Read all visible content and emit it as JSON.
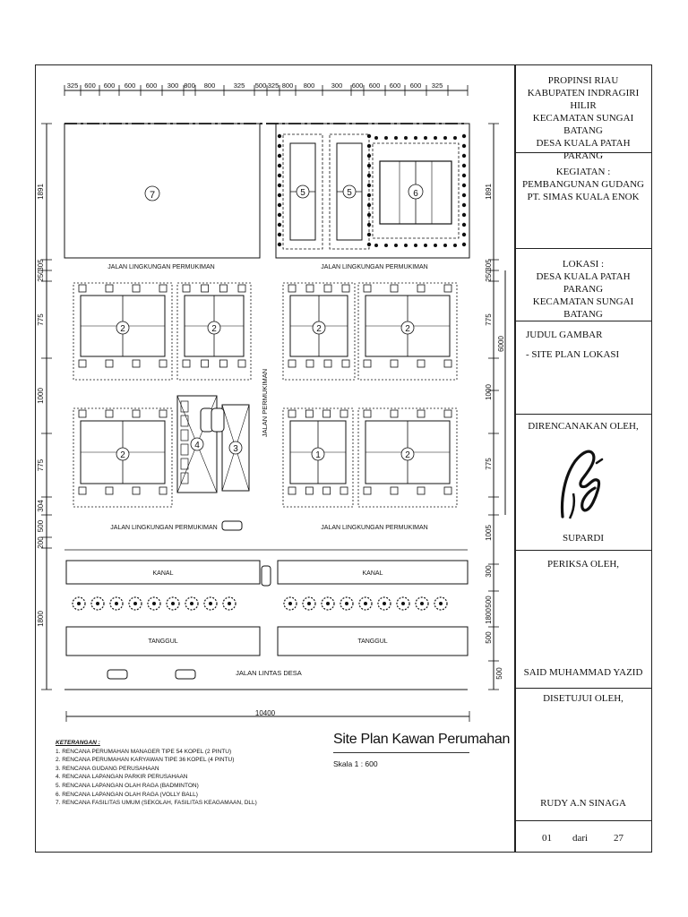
{
  "title_block": {
    "location_header": [
      "PROPINSI RIAU",
      "KABUPATEN INDRAGIRI HILIR",
      "KECAMATAN SUNGAI BATANG",
      "DESA KUALA PATAH PARANG"
    ],
    "kegiatan": [
      "KEGIATAN :",
      "PEMBANGUNAN GUDANG",
      "PT. SIMAS KUALA ENOK"
    ],
    "lokasi": [
      "LOKASI :",
      "DESA KUALA PATAH PARANG",
      "KECAMATAN SUNGAI BATANG"
    ],
    "judul_label": "JUDUL GAMBAR",
    "judul_value": "- SITE PLAN LOKASI",
    "direncanakan_label": "DIRENCANAKAN OLEH,",
    "direncanakan_name": "SUPARDI",
    "periksa_label": "PERIKSA OLEH,",
    "periksa_name": "SAID MUHAMMAD YAZID",
    "disetujui_label": "DISETUJUI OLEH,",
    "disetujui_name": "RUDY A.N SINAGA",
    "sheet_no": "01",
    "sheet_of": "dari",
    "sheet_total": "27"
  },
  "plan": {
    "title": "Site Plan Kawan Perumahan",
    "scale": "Skala 1 : 600",
    "top_dims": [
      "325",
      "600",
      "600",
      "600",
      "600",
      "300",
      "800",
      "800",
      "325",
      "500",
      "325",
      "800",
      "800",
      "300",
      "600",
      "600",
      "600",
      "600",
      "325"
    ],
    "left_dims": [
      "1891",
      "305",
      "250",
      "775",
      "1000",
      "775",
      "304",
      "500",
      "200",
      "1800"
    ],
    "right_dims": [
      "1891",
      "305",
      "250",
      "775",
      "6000",
      "1000",
      "775",
      "1005",
      "300",
      "500",
      "500",
      "1800",
      "500"
    ],
    "bottom_dim": "10400",
    "road_labels": {
      "lingkungan": "JALAN LINGKUNGAN PERMUKIMAN",
      "permukiman": "JALAN PERMUKIMAN",
      "kanal": "KANAL",
      "tanggul": "TANGGUL",
      "lintas": "JALAN LINTAS DESA"
    },
    "zone_numbers": [
      "7",
      "5",
      "5",
      "6",
      "2",
      "2",
      "2",
      "2",
      "2",
      "4",
      "3",
      "1",
      "2"
    ]
  },
  "legend": {
    "heading": "KETERANGAN :",
    "items": [
      "1. RENCANA PERUMAHAN MANAGER TIPE 54 KOPEL (2 PINTU)",
      "2. RENCANA PERUMAHAN KARYAWAN TIPE 36 KOPEL (4 PINTU)",
      "3. RENCANA GUDANG PERUSAHAAN",
      "4. RENCANA LAPANGAN PARKIR PERUSAHAAN",
      "5. RENCANA LAPANGAN OLAH RAGA (BADMINTON)",
      "6. RENCANA LAPANGAN OLAH RAGA (VOLLY BALL)",
      "7. RENCANA FASILITAS UMUM (SEKOLAH, FASILITAS KEAGAMAAN, DLL)"
    ]
  }
}
